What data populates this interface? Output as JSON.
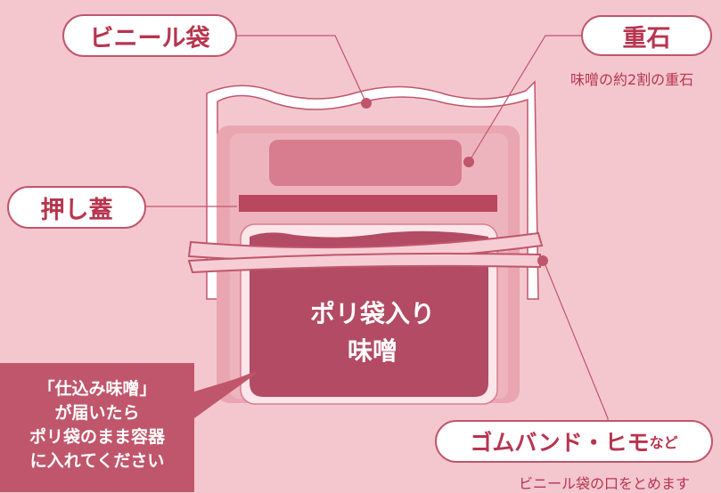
{
  "labels": {
    "vinyl_bag": "ビニール袋",
    "weight": "重石",
    "weight_note": "味噌の約2割の重石",
    "lid": "押し蓋",
    "center_line1": "ポリ袋入り",
    "center_line2": "味噌",
    "band_main": "ゴムバンド・ヒモ",
    "band_suffix": "など",
    "band_note": "ビニール袋の口をとめます"
  },
  "callout": {
    "line1": "「仕込み味噌」",
    "line2": "が届いたら",
    "line3": "ポリ袋のまま容器",
    "line4": "に入れてください"
  },
  "colors": {
    "background": "#f4c7ce",
    "accent": "#c0566b",
    "miso": "#b24b63",
    "container": "#e9a6b1"
  }
}
